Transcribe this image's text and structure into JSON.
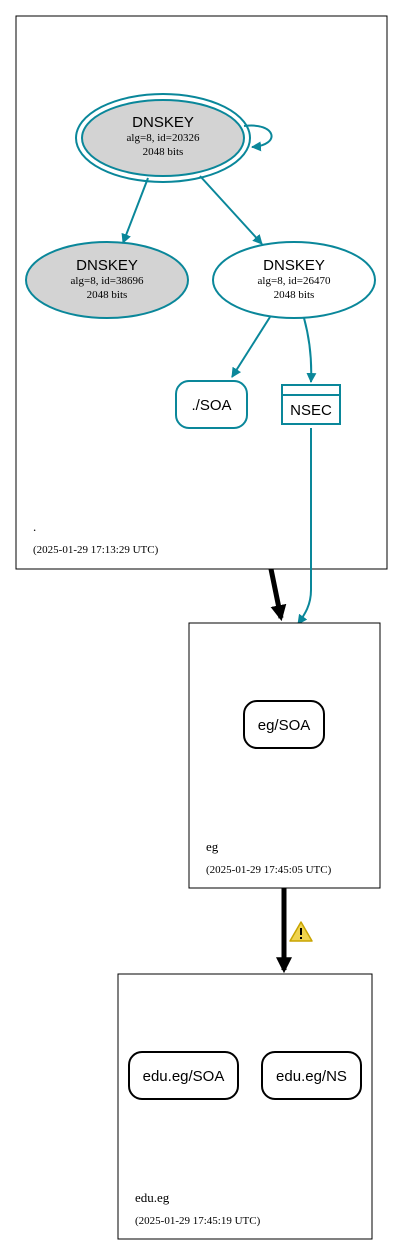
{
  "colors": {
    "teal": "#0a879a",
    "ksk_fill": "#d3d3d3",
    "black": "#000000",
    "warning_fill": "#efd34e",
    "warning_stroke": "#c8a400"
  },
  "zones": {
    "root": {
      "name": ".",
      "timestamp": "(2025-01-29 17:13:29 UTC)"
    },
    "eg": {
      "name": "eg",
      "timestamp": "(2025-01-29 17:45:05 UTC)"
    },
    "edu_eg": {
      "name": "edu.eg",
      "timestamp": "(2025-01-29 17:45:19 UTC)"
    }
  },
  "nodes": {
    "ksk_20326": {
      "title": "DNSKEY",
      "line1": "alg=8, id=20326",
      "line2": "2048 bits"
    },
    "ksk_38696": {
      "title": "DNSKEY",
      "line1": "alg=8, id=38696",
      "line2": "2048 bits"
    },
    "zsk_26470": {
      "title": "DNSKEY",
      "line1": "alg=8, id=26470",
      "line2": "2048 bits"
    },
    "root_soa": {
      "label": "./SOA"
    },
    "root_nsec": {
      "label": "NSEC"
    },
    "eg_soa": {
      "label": "eg/SOA"
    },
    "edu_eg_soa": {
      "label": "edu.eg/SOA"
    },
    "edu_eg_ns": {
      "label": "edu.eg/NS"
    }
  },
  "icons": {
    "delegation_warning": "warning-triangle-icon"
  }
}
